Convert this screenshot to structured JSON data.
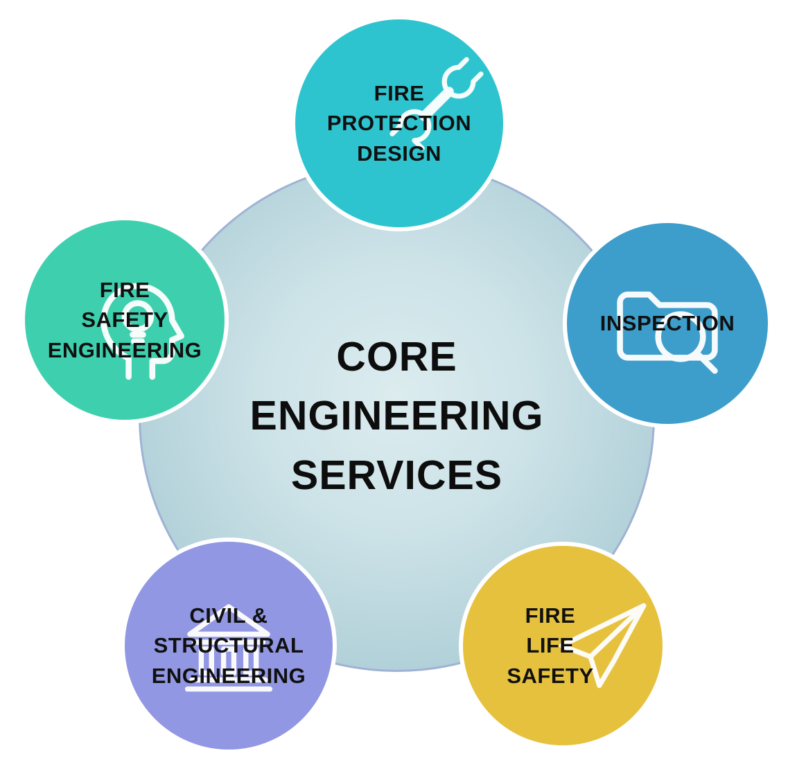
{
  "center": {
    "label": "CORE\nENGINEERING\nSERVICES",
    "fill": "#bfdce2",
    "outline": "#9fb2d4"
  },
  "nodes": {
    "fire_protection_design": {
      "label": "FIRE\nPROTECTION\nDESIGN",
      "color": "#2ec4cf",
      "icon": "wrench-icon"
    },
    "inspection": {
      "label": "INSPECTION",
      "color": "#3d9ecb",
      "icon": "folder-search-icon"
    },
    "fire_safety_engineering": {
      "label": "FIRE\nSAFETY\nENGINEERING",
      "color": "#3ed0ae",
      "icon": "head-lightbulb-icon"
    },
    "civil_structural_engineering": {
      "label": "CIVIL &\nSTRUCTURAL\nENGINEERING",
      "color": "#9197e2",
      "icon": "bank-building-icon"
    },
    "fire_life_safety": {
      "label": "FIRE\nLIFE\nSAFETY",
      "color": "#e6c13d",
      "icon": "paper-plane-icon"
    }
  }
}
